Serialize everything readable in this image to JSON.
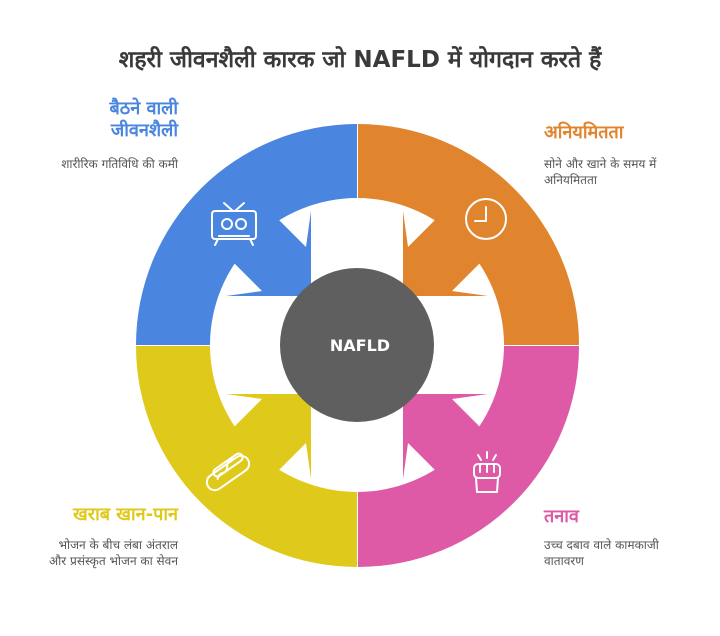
{
  "title": "शहरी जीवनशैली कारक जो NAFLD में योगदान करते हैं",
  "center": {
    "label": "NAFLD",
    "color": "#5f5f5f"
  },
  "factors": [
    {
      "id": "sedentary",
      "title": "बैठने वाली जीवनशैली",
      "description": "शारीरिक गतिविधि की कमी",
      "color": "#4a86e0",
      "icon": "tv-icon"
    },
    {
      "id": "irregularity",
      "title": "अनियमितता",
      "description": "सोने और खाने के समय में अनियमितता",
      "color": "#e0852e",
      "icon": "clock-icon"
    },
    {
      "id": "stress",
      "title": "तनाव",
      "description": "उच्च दबाव वाले कामकाजी वातावरण",
      "color": "#de5aa6",
      "icon": "fist-icon"
    },
    {
      "id": "bad-diet",
      "title": "खराब खान-पान",
      "description": "भोजन के बीच लंबा अंतराल और प्रसंस्कृत भोजन का सेवन",
      "color": "#dfca1b",
      "icon": "hotdog-icon"
    }
  ]
}
